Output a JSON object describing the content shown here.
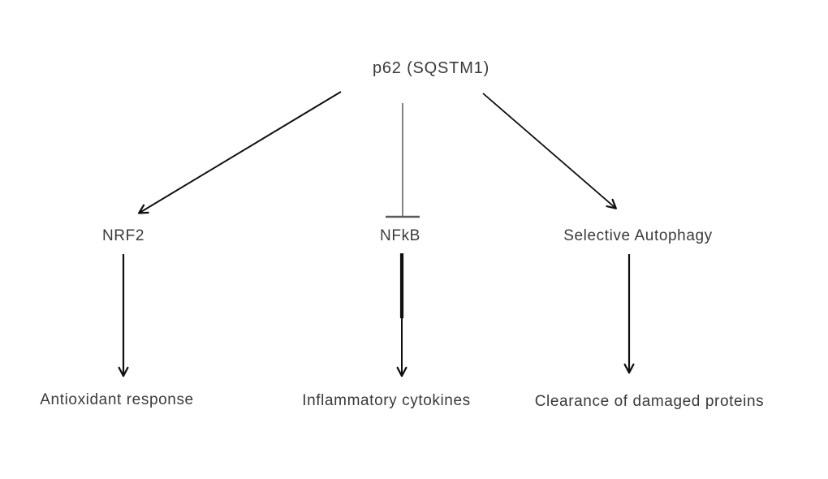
{
  "diagram": {
    "nodes": {
      "p62": {
        "label": "p62 (SQSTM1)"
      },
      "nrf2": {
        "label": "NRF2"
      },
      "nfkb": {
        "label": "NFkB"
      },
      "autophagy": {
        "label": "Selective Autophagy"
      },
      "antioxidant": {
        "label": "Antioxidant response"
      },
      "cytokines": {
        "label": "Inflammatory cytokines"
      },
      "clearance": {
        "label": "Clearance of damaged proteins"
      }
    },
    "edges": [
      {
        "from": "p62 (SQSTM1)",
        "to": "NRF2",
        "type": "activation-arrow"
      },
      {
        "from": "p62 (SQSTM1)",
        "to": "NFkB",
        "type": "inhibition-bar"
      },
      {
        "from": "p62 (SQSTM1)",
        "to": "Selective Autophagy",
        "type": "activation-arrow"
      },
      {
        "from": "NRF2",
        "to": "Antioxidant response",
        "type": "activation-arrow"
      },
      {
        "from": "NFkB",
        "to": "Inflammatory cytokines",
        "type": "activation-arrow"
      },
      {
        "from": "Selective Autophagy",
        "to": "Clearance of damaged proteins",
        "type": "activation-arrow"
      }
    ],
    "colors": {
      "text": "#3a3a3a",
      "line": "#0f0f0f",
      "inhibition_line": "#5a5a5a"
    }
  }
}
